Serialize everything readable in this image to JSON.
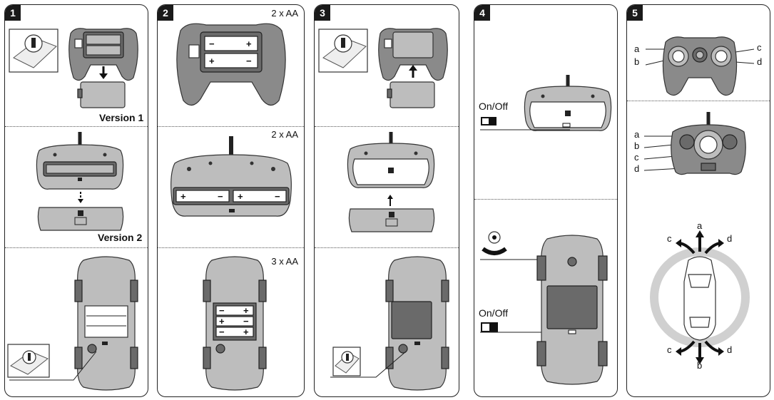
{
  "panels": {
    "p1": {
      "number": "1",
      "version1": "Version 1",
      "version2": "Version 2"
    },
    "p2": {
      "number": "2",
      "aa_top": "2 x AA",
      "aa_mid": "2 x AA",
      "aa_bottom": "3 x AA"
    },
    "p3": {
      "number": "3"
    },
    "p4": {
      "number": "4",
      "onoff_top": "On/Off",
      "onoff_bottom": "On/Off"
    },
    "p5": {
      "number": "5",
      "a": "a",
      "b": "b",
      "c": "c",
      "d": "d"
    }
  },
  "battery": {
    "plus": "+",
    "minus": "−"
  },
  "colors": {
    "body": "#8a8a8a",
    "light": "#bdbdbd",
    "dark": "#6a6a6a",
    "ring": "#d0d0d0",
    "ink": "#1a1a1a"
  }
}
